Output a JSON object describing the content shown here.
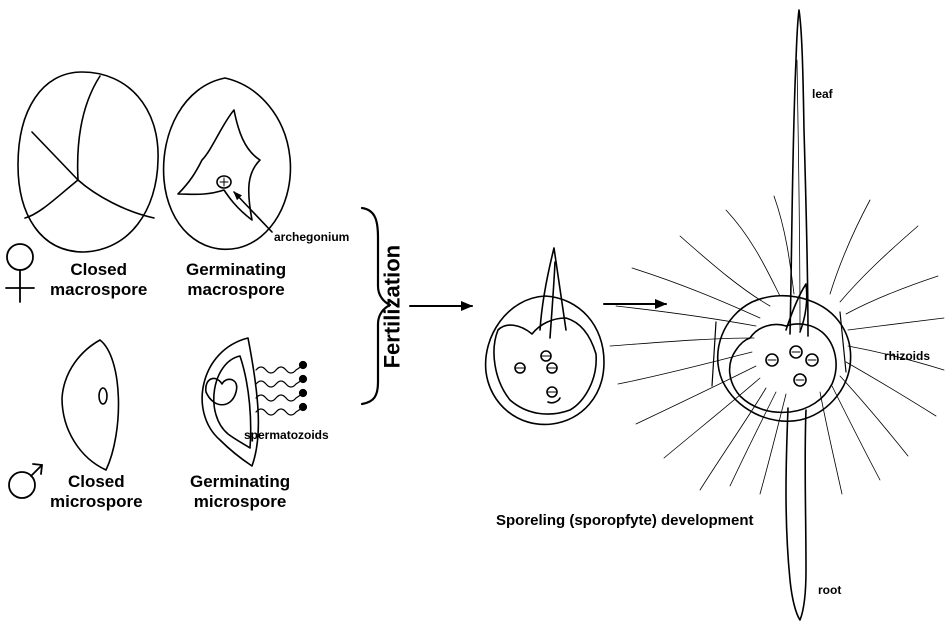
{
  "symbols": {
    "female": "♀",
    "male": "♂"
  },
  "labels": {
    "closed_macrospore": [
      "Closed",
      "macrospore"
    ],
    "germinating_macrospore": [
      "Germinating",
      "macrospore"
    ],
    "archegonium": "archegonium",
    "closed_microspore": [
      "Closed",
      "microspore"
    ],
    "germinating_microspore": [
      "Germinating",
      "microspore"
    ],
    "spermatozoids": "spermatozoids",
    "fertilization": "Fertilization",
    "sporeling_development": "Sporeling (sporopfyte) development",
    "leaf": "leaf",
    "rhizoids": "rhizoids",
    "root": "root"
  },
  "colors": {
    "ink": "#000000",
    "background": "#ffffff"
  }
}
